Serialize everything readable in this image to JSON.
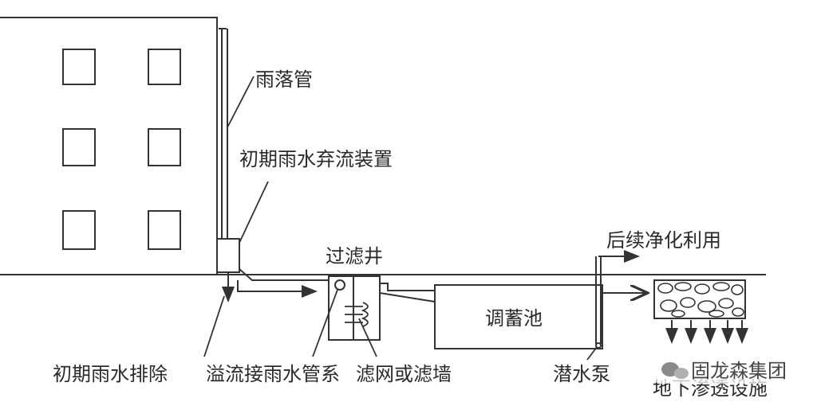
{
  "labels": {
    "downpipe": "雨落管",
    "first_flush_device": "初期雨水弃流装置",
    "filter_well": "过滤井",
    "storage_tank": "调蓄池",
    "further_purification": "后续净化利用",
    "first_flush_discharge": "初期雨水排除",
    "overflow_pipe": "溢流接雨水管系",
    "filter_screen": "滤网或滤墙",
    "submersible_pump": "潜水泵",
    "infiltration": "地下渗透设施"
  },
  "watermark": {
    "text": "固龙森集团"
  },
  "colors": {
    "line": "#333333",
    "text": "#2a2a2a",
    "background": "#ffffff"
  }
}
